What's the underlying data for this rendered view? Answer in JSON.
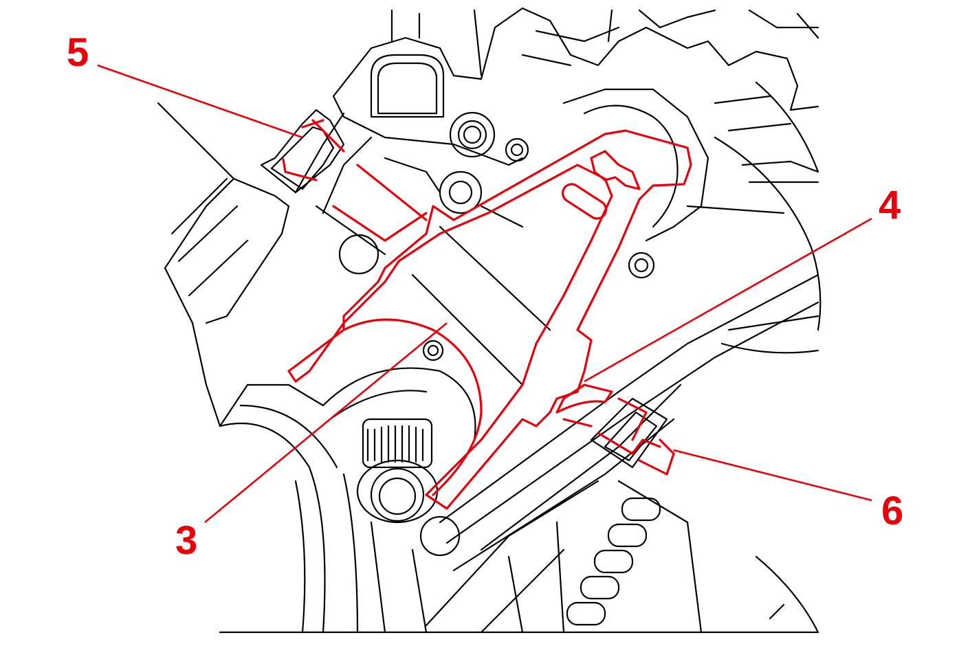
{
  "colors": {
    "highlight": "#e8000b",
    "line": "#000000",
    "background": "#ffffff"
  },
  "callouts": [
    {
      "id": "callout-5",
      "label": "5"
    },
    {
      "id": "callout-4",
      "label": "4"
    },
    {
      "id": "callout-6",
      "label": "6"
    },
    {
      "id": "callout-3",
      "label": "3"
    }
  ]
}
